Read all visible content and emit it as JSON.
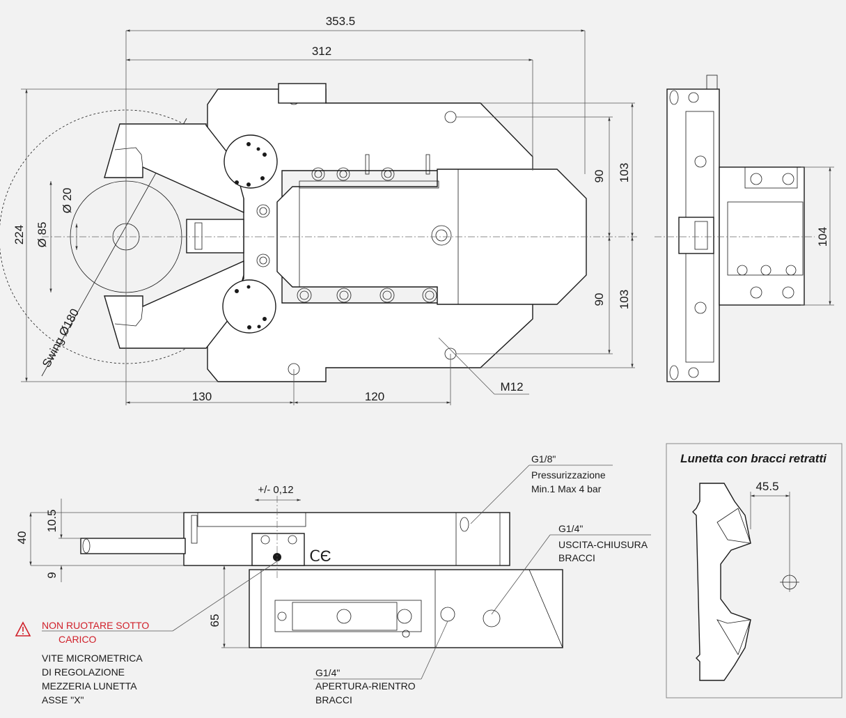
{
  "dimensions": {
    "d353_5": "353.5",
    "d312": "312",
    "d224": "224",
    "d85": "Ø 85",
    "d20": "Ø 20",
    "swing": "Swing Ø180",
    "d90_top": "90",
    "d103_top": "103",
    "d90_bot": "90",
    "d103_bot": "103",
    "d130": "130",
    "d120": "120",
    "m12": "M12",
    "d104": "104",
    "tol": "+/- 0,12",
    "d10_5": "10.5",
    "d40": "40",
    "d9": "9",
    "d65": "65",
    "d45_5": "45.5"
  },
  "notes": {
    "g18_1": "G1/8\"",
    "g18_2": "Pressurizzazione",
    "g18_3": "Min.1 Max 4 bar",
    "g14a_1": "G1/4\"",
    "g14a_2": "USCITA-CHIUSURA",
    "g14a_3": "BRACCI",
    "g14b_1": "G1/4\"",
    "g14b_2": "APERTURA-RIENTRO",
    "g14b_3": "BRACCI",
    "warn_1": "NON RUOTARE SOTTO",
    "warn_2": "CARICO",
    "vite_1": "VITE MICROMETRICA",
    "vite_2": "DI REGOLAZIONE",
    "vite_3": "MEZZERIA LUNETTA",
    "vite_4": "ASSE \"X\""
  },
  "inset": {
    "title": "Lunetta con bracci retratti"
  },
  "colors": {
    "warning": "#d0202a",
    "line": "#1a1a1a",
    "background": "#f2f2f2"
  },
  "icons": {
    "warning": "warning-triangle-icon"
  }
}
